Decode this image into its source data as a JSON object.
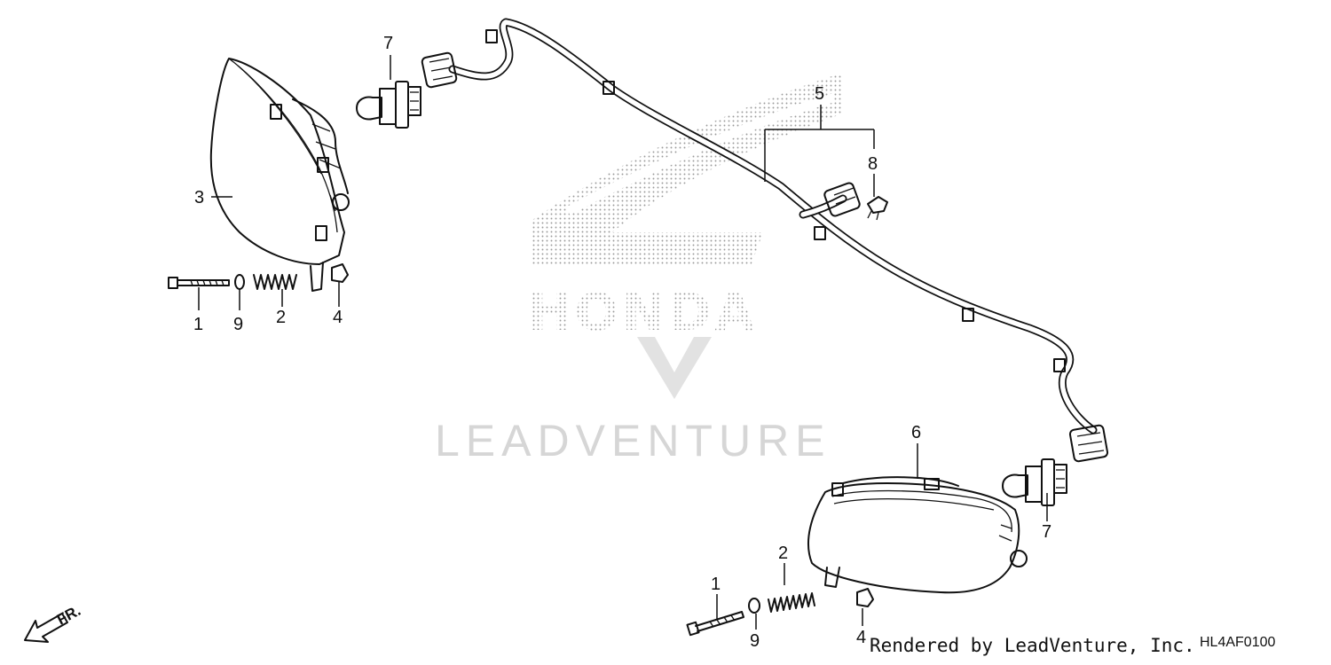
{
  "diagram": {
    "callouts": {
      "bolt": "1",
      "spring": "2",
      "right_headlight": "3",
      "nut": "4",
      "harness": "5",
      "left_headlight": "6",
      "bulb": "7",
      "clip": "8",
      "washer": "9"
    },
    "watermark": {
      "brand_text": "HONDA",
      "dealer_text": "LEADVENTURE"
    },
    "footer": {
      "credit": "Rendered by LeadVenture, Inc.",
      "code": "HL4AF0100"
    },
    "direction": {
      "label": "FR."
    }
  }
}
